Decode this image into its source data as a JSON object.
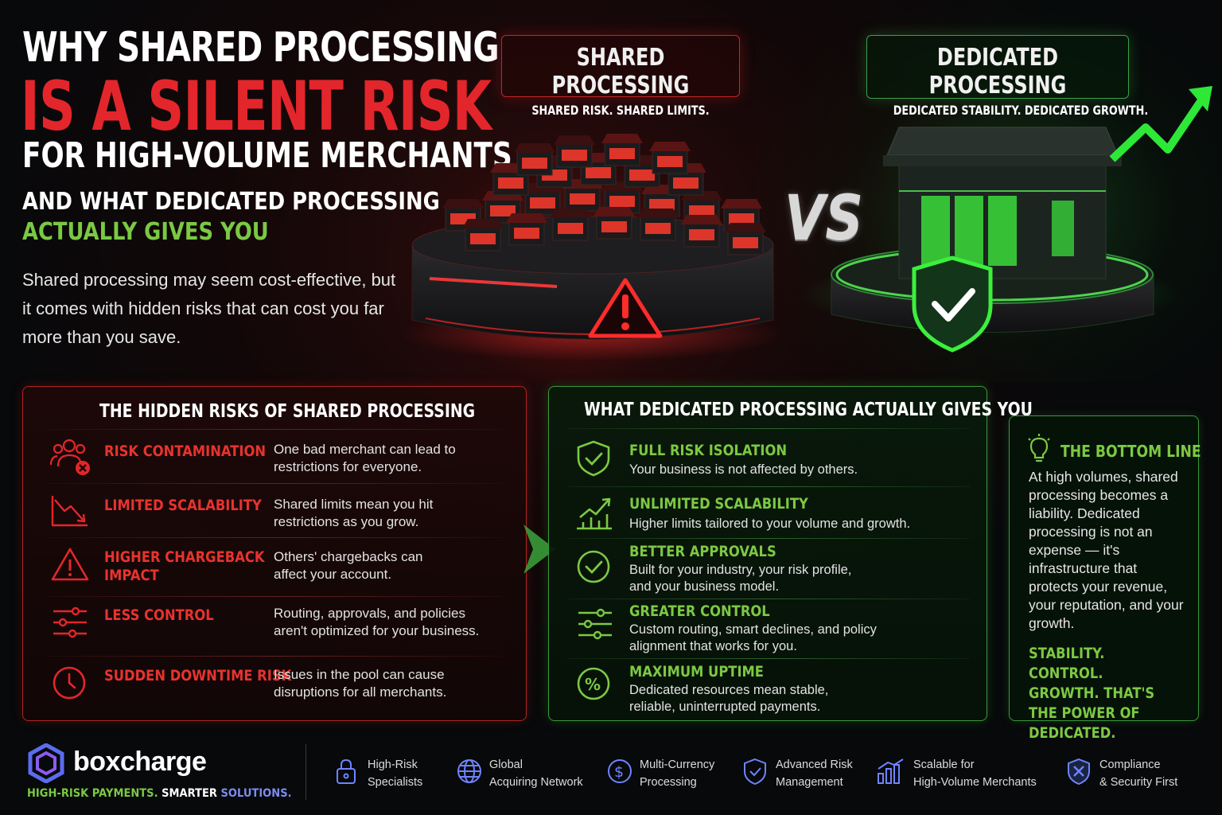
{
  "hero": {
    "line1": "WHY SHARED PROCESSING",
    "line2": "IS A SILENT RISK",
    "line3": "FOR HIGH-VOLUME MERCHANTS —",
    "line4": "AND WHAT DEDICATED PROCESSING",
    "line5": "ACTUALLY GIVES YOU",
    "intro": "Shared processing may seem cost-effective, but it comes with hidden risks that can cost you far more than you save."
  },
  "comparison": {
    "shared": {
      "title": "SHARED PROCESSING",
      "subtitle": "SHARED RISK. SHARED LIMITS."
    },
    "dedicated": {
      "title": "DEDICATED PROCESSING",
      "subtitle": "DEDICATED STABILITY. DEDICATED GROWTH."
    },
    "vs": "VS"
  },
  "risks": {
    "title": "THE HIDDEN RISKS OF SHARED PROCESSING",
    "items": [
      {
        "icon": "users-x-icon",
        "title": "RISK CONTAMINATION",
        "desc1": "One bad merchant can lead to",
        "desc2": "restrictions for everyone."
      },
      {
        "icon": "trend-down-icon",
        "title": "LIMITED SCALABILITY",
        "desc1": "Shared limits mean you hit",
        "desc2": "restrictions as you grow."
      },
      {
        "icon": "warning-icon",
        "title1": "HIGHER CHARGEBACK",
        "title2": "IMPACT",
        "desc1": "Others' chargebacks can",
        "desc2": "affect your account."
      },
      {
        "icon": "sliders-icon",
        "title": "LESS CONTROL",
        "desc1": "Routing, approvals, and policies",
        "desc2": "aren't optimized for your business."
      },
      {
        "icon": "clock-icon",
        "title": "SUDDEN DOWNTIME RISK",
        "desc1": "Issues in the pool can cause",
        "desc2": "disruptions for all merchants."
      }
    ]
  },
  "gives": {
    "title": "WHAT DEDICATED PROCESSING ACTUALLY GIVES YOU",
    "items": [
      {
        "icon": "shield-check-icon",
        "title": "FULL RISK ISOLATION",
        "desc1": "Your business is not affected by others."
      },
      {
        "icon": "chart-up-icon",
        "title": "UNLIMITED SCALABILITY",
        "desc1": "Higher limits tailored to your volume and growth."
      },
      {
        "icon": "check-circle-icon",
        "title": "BETTER APPROVALS",
        "desc1": "Built for your industry, your risk profile,",
        "desc2": "and your business model."
      },
      {
        "icon": "sliders-icon",
        "title": "GREATER CONTROL",
        "desc1": "Custom routing, smart declines, and policy",
        "desc2": "alignment that works for you."
      },
      {
        "icon": "percent-icon",
        "title": "MAXIMUM UPTIME",
        "desc1": "Dedicated resources mean stable,",
        "desc2": "reliable, uninterrupted payments."
      }
    ]
  },
  "bottom_line": {
    "title": "THE BOTTOM LINE",
    "body": "At high volumes, shared processing becomes a liability. Dedicated processing is not an expense — it's infrastructure that protects your revenue, your reputation, and your growth.",
    "tagline": "STABILITY. CONTROL. GROWTH. THAT'S THE POWER OF DEDICATED."
  },
  "footer": {
    "brand": "boxcharge",
    "tagline_1": "HIGH-RISK PAYMENTS.",
    "tagline_2": "SMARTER",
    "tagline_3": "SOLUTIONS.",
    "features": [
      {
        "icon": "lock-icon",
        "line1": "High-Risk",
        "line2": "Specialists"
      },
      {
        "icon": "globe-icon",
        "line1": "Global",
        "line2": "Acquiring Network"
      },
      {
        "icon": "dollar-icon",
        "line1": "Multi-Currency",
        "line2": "Processing"
      },
      {
        "icon": "shield-icon",
        "line1": "Advanced Risk",
        "line2": "Management"
      },
      {
        "icon": "bar-chart-icon",
        "line1": "Scalable for",
        "line2": "High-Volume Merchants"
      },
      {
        "icon": "shield-tools-icon",
        "line1": "Compliance",
        "line2": "& Security First"
      }
    ]
  },
  "colors": {
    "red": "#e3262b",
    "green": "#7cc943",
    "bg": "#08090a"
  }
}
